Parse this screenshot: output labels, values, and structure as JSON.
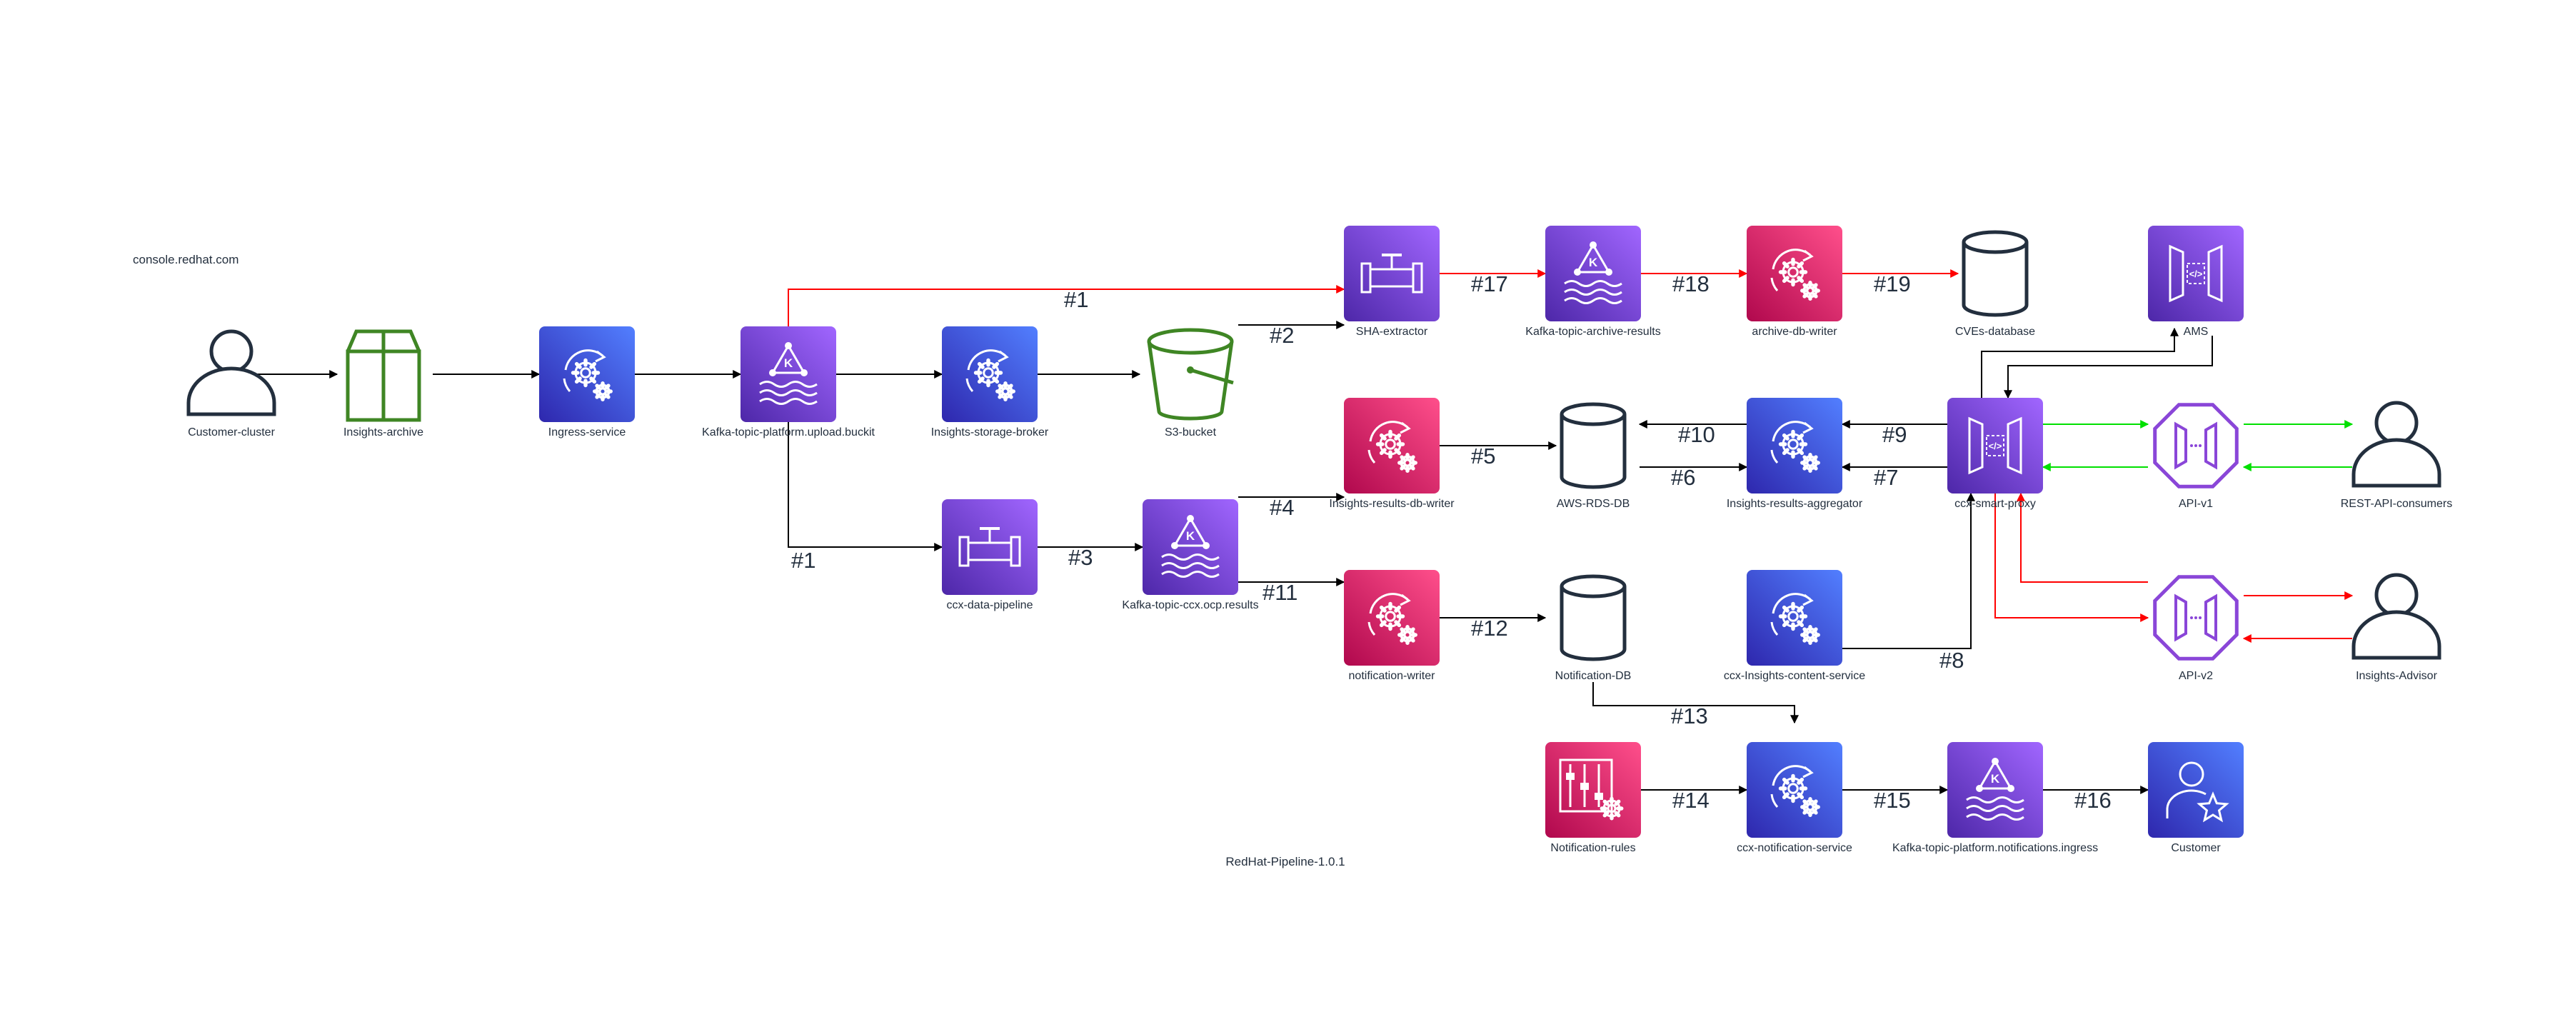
{
  "texts": {
    "top_left": "console.redhat.com",
    "bottom_title": "RedHat-Pipeline-1.0.1"
  },
  "colors": {
    "purple": "#8a46d8",
    "blue": "#4f5fd9",
    "pink": "#d42b6a",
    "green": "#3f8624",
    "dark": "#232f3e",
    "red_edge": "#ff0000",
    "green_edge": "#00e000",
    "black_edge": "#000000"
  },
  "nodes": [
    {
      "id": "customer-cluster",
      "label": "Customer-cluster",
      "icon": "user-icon",
      "color": "dark"
    },
    {
      "id": "insights-archive",
      "label": "Insights-archive",
      "icon": "archive-box-icon",
      "color": "green"
    },
    {
      "id": "ingress-service",
      "label": "Ingress-service",
      "icon": "service-gear-icon",
      "color": "blue"
    },
    {
      "id": "kafka-upload",
      "label": "Kafka-topic-platform.upload.buckit",
      "icon": "kafka-topic-icon",
      "color": "purple"
    },
    {
      "id": "storage-broker",
      "label": "Insights-storage-broker",
      "icon": "service-gear-icon",
      "color": "blue"
    },
    {
      "id": "s3-bucket",
      "label": "S3-bucket",
      "icon": "bucket-icon",
      "color": "green"
    },
    {
      "id": "ccx-data-pipeline",
      "label": "ccx-data-pipeline",
      "icon": "pipeline-valve-icon",
      "color": "purple"
    },
    {
      "id": "kafka-ccx-results",
      "label": "Kafka-topic-ccx.ocp.results",
      "icon": "kafka-topic-icon",
      "color": "purple"
    },
    {
      "id": "sha-extractor",
      "label": "SHA-extractor",
      "icon": "pipeline-valve-icon",
      "color": "purple"
    },
    {
      "id": "kafka-archive-results",
      "label": "Kafka-topic-archive-results",
      "icon": "kafka-topic-icon",
      "color": "purple"
    },
    {
      "id": "archive-db-writer",
      "label": "archive-db-writer",
      "icon": "service-gear-icon",
      "color": "pink"
    },
    {
      "id": "cves-database",
      "label": "CVEs-database",
      "icon": "database-icon",
      "color": "dark"
    },
    {
      "id": "ams",
      "label": "AMS",
      "icon": "api-gateway-icon",
      "color": "purple"
    },
    {
      "id": "results-db-writer",
      "label": "Insights-results-db-writer",
      "icon": "service-gear-icon",
      "color": "pink"
    },
    {
      "id": "aws-rds-db",
      "label": "AWS-RDS-DB",
      "icon": "database-icon",
      "color": "dark"
    },
    {
      "id": "results-aggregator",
      "label": "Insights-results-aggregator",
      "icon": "service-gear-icon",
      "color": "blue"
    },
    {
      "id": "smart-proxy",
      "label": "ccx-smart-proxy",
      "icon": "api-gateway-icon",
      "color": "purple"
    },
    {
      "id": "api-v1",
      "label": "API-v1",
      "icon": "endpoint-octagon-icon",
      "color": "purple"
    },
    {
      "id": "rest-consumers",
      "label": "REST-API-consumers",
      "icon": "user-icon",
      "color": "dark"
    },
    {
      "id": "notification-writer",
      "label": "notification-writer",
      "icon": "service-gear-icon",
      "color": "pink"
    },
    {
      "id": "notification-db",
      "label": "Notification-DB",
      "icon": "database-icon",
      "color": "dark"
    },
    {
      "id": "content-service",
      "label": "ccx-Insights-content-service",
      "icon": "service-gear-icon",
      "color": "blue"
    },
    {
      "id": "api-v2",
      "label": "API-v2",
      "icon": "endpoint-octagon-icon",
      "color": "purple"
    },
    {
      "id": "insights-advisor",
      "label": "Insights-Advisor",
      "icon": "user-icon",
      "color": "dark"
    },
    {
      "id": "notification-rules",
      "label": "Notification-rules",
      "icon": "rules-sliders-icon",
      "color": "pink"
    },
    {
      "id": "notification-service",
      "label": "ccx-notification-service",
      "icon": "service-gear-icon",
      "color": "blue"
    },
    {
      "id": "kafka-notifications",
      "label": "Kafka-topic-platform.notifications.ingress",
      "icon": "kafka-topic-icon",
      "color": "purple"
    },
    {
      "id": "customer",
      "label": "Customer",
      "icon": "customer-star-icon",
      "color": "blue"
    }
  ],
  "edges": [
    {
      "from": "customer-cluster",
      "to": "insights-archive",
      "label": "",
      "color": "black_edge"
    },
    {
      "from": "insights-archive",
      "to": "ingress-service",
      "label": "",
      "color": "black_edge"
    },
    {
      "from": "ingress-service",
      "to": "kafka-upload",
      "label": "",
      "color": "black_edge"
    },
    {
      "from": "kafka-upload",
      "to": "storage-broker",
      "label": "",
      "color": "black_edge"
    },
    {
      "from": "storage-broker",
      "to": "s3-bucket",
      "label": "",
      "color": "black_edge"
    },
    {
      "from": "kafka-upload",
      "to": "sha-extractor",
      "label": "#1",
      "color": "red_edge"
    },
    {
      "from": "kafka-upload",
      "to": "ccx-data-pipeline",
      "label": "#1",
      "color": "black_edge"
    },
    {
      "from": "s3-bucket",
      "to": "sha-extractor",
      "label": "#2",
      "color": "black_edge"
    },
    {
      "from": "ccx-data-pipeline",
      "to": "kafka-ccx-results",
      "label": "#3",
      "color": "black_edge"
    },
    {
      "from": "kafka-ccx-results",
      "to": "results-db-writer",
      "label": "#4",
      "color": "black_edge"
    },
    {
      "from": "results-db-writer",
      "to": "aws-rds-db",
      "label": "#5",
      "color": "black_edge"
    },
    {
      "from": "aws-rds-db",
      "to": "results-aggregator",
      "label": "#6",
      "color": "black_edge"
    },
    {
      "from": "smart-proxy",
      "to": "results-aggregator",
      "label": "#7",
      "color": "black_edge"
    },
    {
      "from": "content-service",
      "to": "smart-proxy",
      "label": "#8",
      "color": "black_edge"
    },
    {
      "from": "results-aggregator",
      "to": "smart-proxy",
      "label": "#9",
      "color": "black_edge"
    },
    {
      "from": "results-aggregator",
      "to": "aws-rds-db",
      "label": "#10",
      "color": "black_edge"
    },
    {
      "from": "kafka-ccx-results",
      "to": "notification-writer",
      "label": "#11",
      "color": "black_edge"
    },
    {
      "from": "notification-writer",
      "to": "notification-db",
      "label": "#12",
      "color": "black_edge"
    },
    {
      "from": "notification-db",
      "to": "notification-service",
      "label": "#13",
      "color": "black_edge"
    },
    {
      "from": "notification-rules",
      "to": "notification-service",
      "label": "#14",
      "color": "black_edge"
    },
    {
      "from": "notification-service",
      "to": "kafka-notifications",
      "label": "#15",
      "color": "black_edge"
    },
    {
      "from": "kafka-notifications",
      "to": "customer",
      "label": "#16",
      "color": "black_edge"
    },
    {
      "from": "sha-extractor",
      "to": "kafka-archive-results",
      "label": "#17",
      "color": "red_edge"
    },
    {
      "from": "kafka-archive-results",
      "to": "archive-db-writer",
      "label": "#18",
      "color": "red_edge"
    },
    {
      "from": "archive-db-writer",
      "to": "cves-database",
      "label": "#19",
      "color": "red_edge"
    },
    {
      "from": "smart-proxy",
      "to": "ams",
      "label": "",
      "color": "black_edge"
    },
    {
      "from": "ams",
      "to": "smart-proxy",
      "label": "",
      "color": "black_edge"
    },
    {
      "from": "smart-proxy",
      "to": "api-v1",
      "label": "",
      "color": "green_edge"
    },
    {
      "from": "api-v1",
      "to": "smart-proxy",
      "label": "",
      "color": "green_edge"
    },
    {
      "from": "api-v1",
      "to": "rest-consumers",
      "label": "",
      "color": "green_edge"
    },
    {
      "from": "rest-consumers",
      "to": "api-v1",
      "label": "",
      "color": "green_edge"
    },
    {
      "from": "smart-proxy",
      "to": "api-v2",
      "label": "",
      "color": "red_edge"
    },
    {
      "from": "api-v2",
      "to": "smart-proxy",
      "label": "",
      "color": "red_edge"
    },
    {
      "from": "api-v2",
      "to": "insights-advisor",
      "label": "",
      "color": "red_edge"
    },
    {
      "from": "insights-advisor",
      "to": "api-v2",
      "label": "",
      "color": "red_edge"
    }
  ]
}
